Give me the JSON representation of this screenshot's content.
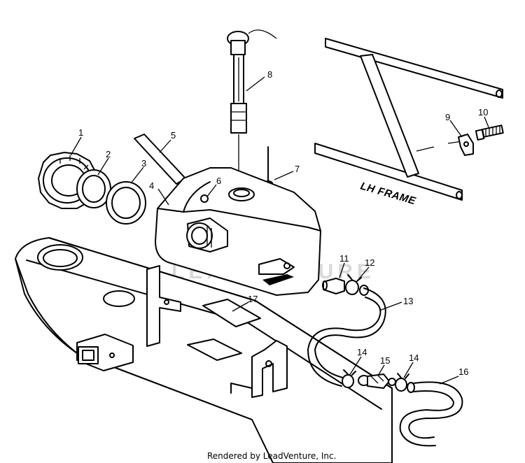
{
  "callouts": [
    "1",
    "2",
    "3",
    "4",
    "5",
    "6",
    "7",
    "8",
    "9",
    "10",
    "11",
    "12",
    "13",
    "14",
    "14",
    "15",
    "16",
    "17"
  ],
  "frame_label": "LH FRAME",
  "watermark": "LEADVENTURE",
  "footer": "Rendered by LeadVenture, Inc."
}
